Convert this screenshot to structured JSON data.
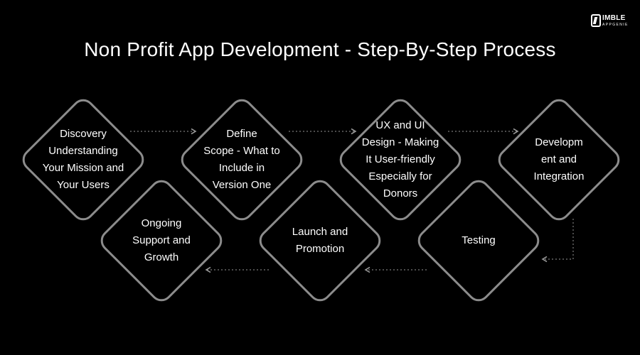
{
  "title": "Non Profit App Development - Step-By-Step Process",
  "logo": {
    "word": "IMBLE",
    "sub": "APPGENIE"
  },
  "colors": {
    "background": "#000000",
    "diamond_border": "#8c8c8c",
    "connector": "#7a7a7a",
    "text": "#ffffff"
  },
  "steps": [
    {
      "label": "Discovery\nUnderstanding\nYour Mission and\nYour Users"
    },
    {
      "label": "Define\nScope - What to\nInclude in\nVersion One"
    },
    {
      "label": "UX and UI\nDesign - Making\nIt User-friendly\nEspecially for\nDonors"
    },
    {
      "label": "Developm\nent and\nIntegration"
    },
    {
      "label": "Testing"
    },
    {
      "label": "Launch and\nPromotion"
    },
    {
      "label": "Ongoing\nSupport and\nGrowth"
    }
  ]
}
